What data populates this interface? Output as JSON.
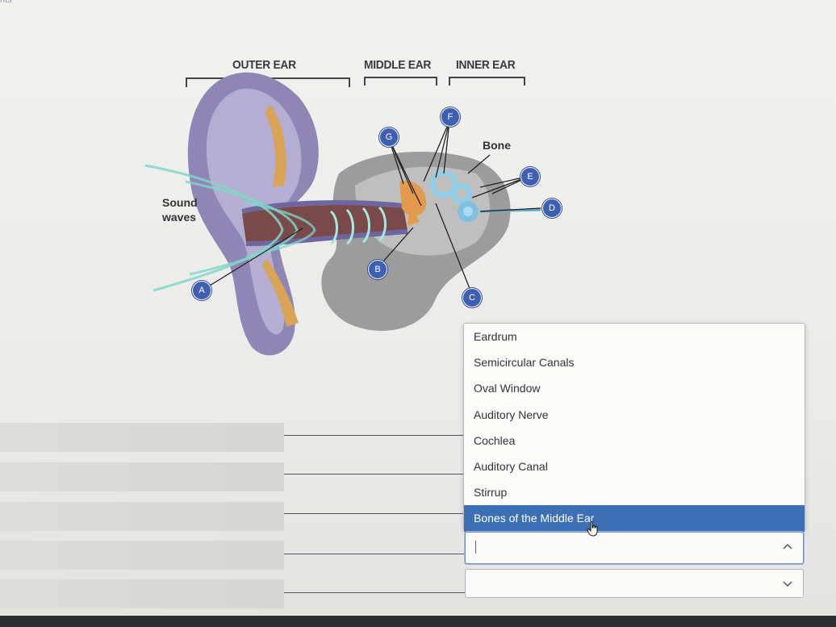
{
  "page": {
    "corner_text": "nts"
  },
  "diagram": {
    "regions": {
      "outer": "OUTER EAR",
      "middle": "MIDDLE EAR",
      "inner": "INNER EAR"
    },
    "labels": {
      "sound_line1": "Sound",
      "sound_line2": "waves",
      "bone": "Bone"
    },
    "markers": {
      "a": "A",
      "b": "B",
      "c": "C",
      "d": "D",
      "e": "E",
      "f": "F",
      "g": "G"
    }
  },
  "dropdown": {
    "options": [
      "Eardrum",
      "Semicircular Canals",
      "Oval Window",
      "Auditory Nerve",
      "Cochlea",
      "Auditory Canal",
      "Stirrup",
      "Bones of the Middle Ear"
    ],
    "selected_index": 7
  },
  "selects": [
    {
      "value": "",
      "state": "open"
    },
    {
      "value": "",
      "state": "closed"
    }
  ],
  "icons": {
    "open_chevron": "chevron-up-icon",
    "closed_chevron": "chevron-down-icon",
    "pointer": "hand-pointer-icon"
  },
  "colors": {
    "marker": "#3f5fb3",
    "selected": "#3d6fb4"
  }
}
